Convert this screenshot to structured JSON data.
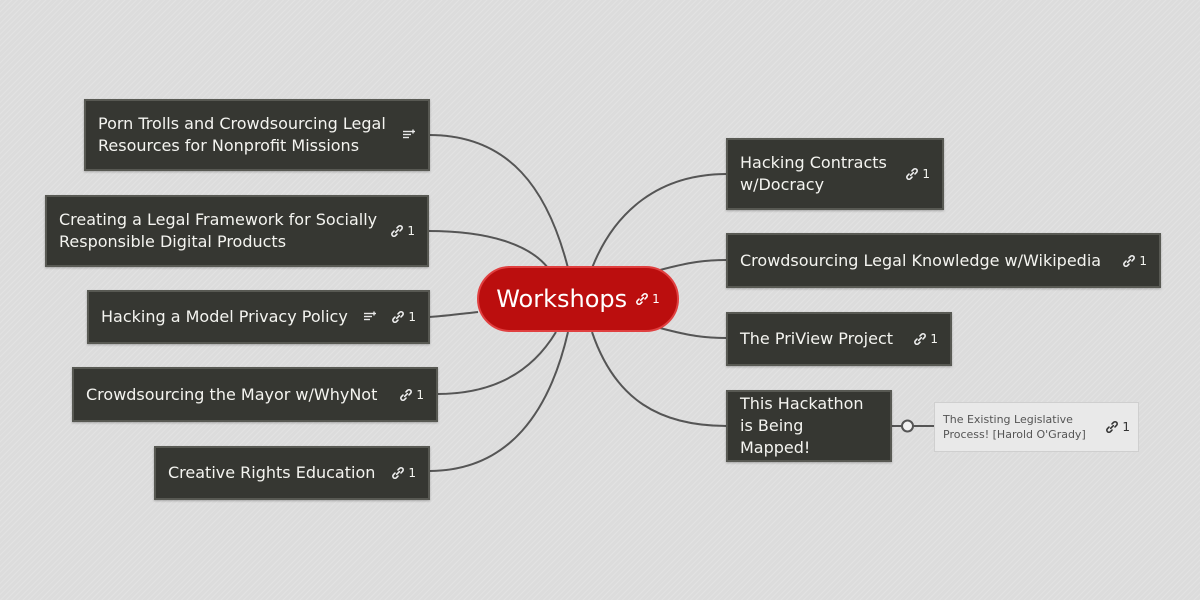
{
  "root": {
    "label": "Workshops",
    "link_count": "1"
  },
  "left_nodes": [
    {
      "label": "Porn Trolls and Crowdsourcing Legal Resources for Nonprofit Missions",
      "has_note": true
    },
    {
      "label": "Creating a Legal Framework for Socially Responsible Digital Products",
      "link_count": "1"
    },
    {
      "label": "Hacking a Model Privacy Policy",
      "has_note": true,
      "link_count": "1"
    },
    {
      "label": "Crowdsourcing the Mayor w/WhyNot",
      "link_count": "1"
    },
    {
      "label": "Creative Rights Education",
      "link_count": "1"
    }
  ],
  "right_nodes": [
    {
      "label": "Hacking Contracts w/Docracy",
      "link_count": "1"
    },
    {
      "label": "Crowdsourcing Legal Knowledge w/Wikipedia",
      "link_count": "1"
    },
    {
      "label": "The PriView Project",
      "link_count": "1"
    },
    {
      "label": "This Hackathon is Being Mapped!"
    }
  ],
  "sub_node": {
    "label": "The Existing Legislative Process! [Harold O'Grady]",
    "link_count": "1"
  },
  "colors": {
    "background": "#dcdcdc",
    "root_fill": "#bb0e0e",
    "node_fill": "#363732",
    "connector": "#555555",
    "sub_node_fill": "#e9e9e9"
  }
}
